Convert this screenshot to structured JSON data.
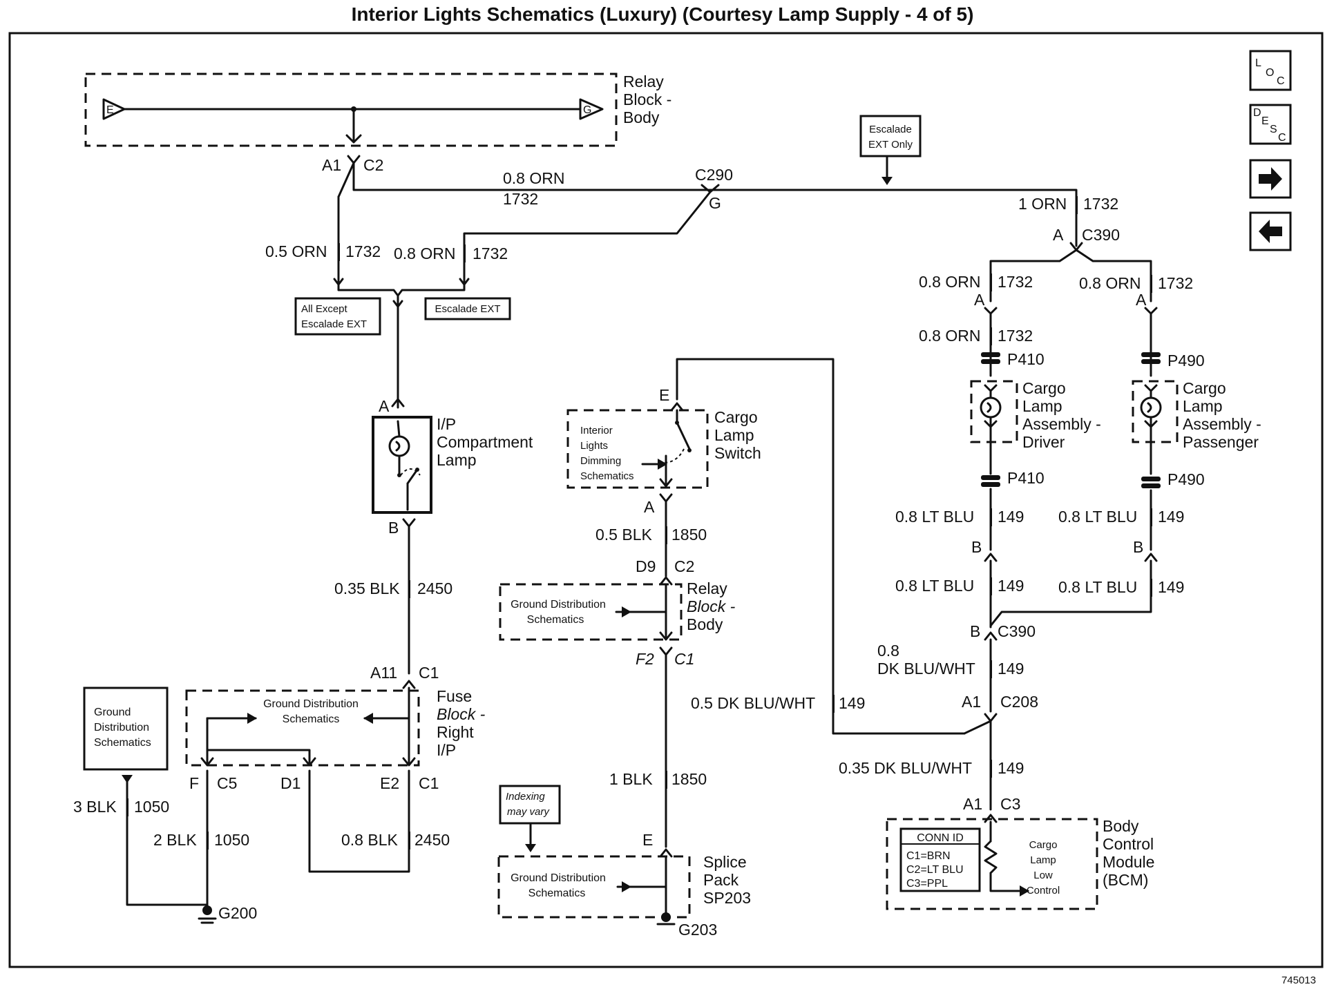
{
  "title": "Interior Lights Schematics (Luxury) (Courtesy Lamp Supply - 4 of 5)",
  "figure_id": "745013",
  "nav": {
    "loc": [
      "L",
      "O",
      "C"
    ],
    "desc": [
      "D",
      "E",
      "S",
      "C"
    ]
  },
  "components": {
    "relay_block_top": [
      "Relay",
      "Block -",
      "Body"
    ],
    "relay_block_mid": [
      "Relay",
      "Block -",
      "Body"
    ],
    "ip_lamp": [
      "I/P",
      "Compartment",
      "Lamp"
    ],
    "cargo_switch": [
      "Cargo",
      "Lamp",
      "Switch"
    ],
    "cargo_driver": [
      "Cargo",
      "Lamp",
      "Assembly -",
      "Driver"
    ],
    "cargo_passenger": [
      "Cargo",
      "Lamp",
      "Assembly -",
      "Passenger"
    ],
    "fuse_block": [
      "Fuse",
      "Block -",
      "Right",
      "I/P"
    ],
    "splice_pack": [
      "Splice",
      "Pack",
      "SP203"
    ],
    "bcm": [
      "Body",
      "Control",
      "Module",
      "(BCM)"
    ],
    "ground_dist_box": [
      "Ground",
      "Distribution",
      "Schematics"
    ],
    "ground_dist_inline": [
      "Ground Distribution",
      "Schematics"
    ],
    "dimming": [
      "Interior",
      "Lights",
      "Dimming",
      "Schematics"
    ],
    "conn_id": [
      "CONN ID",
      "C1=BRN",
      "C2=LT BLU",
      "C3=PPL"
    ],
    "bcm_internal": [
      "Cargo",
      "Lamp",
      "Low",
      "Control"
    ]
  },
  "notes": {
    "escalade_ext_only": [
      "Escalade",
      "EXT Only"
    ],
    "all_except": [
      "All Except",
      "Escalade EXT"
    ],
    "escalade_ext": "Escalade EXT",
    "indexing": [
      "Indexing",
      "may vary"
    ]
  },
  "pins": {
    "E": "E",
    "G": "G",
    "A1": "A1",
    "C2": "C2",
    "C290": "C290",
    "A": "A",
    "C390": "C390",
    "P410": "P410",
    "P490": "P490",
    "B": "B",
    "D9": "D9",
    "F2": "F2",
    "C1": "C1",
    "A11": "A11",
    "F": "F",
    "C5": "C5",
    "D1": "D1",
    "E2": "E2",
    "C208": "C208",
    "C3": "C3",
    "G200": "G200",
    "G203": "G203"
  },
  "wires": {
    "orn_08": "0.8 ORN",
    "orn_05": "0.5 ORN",
    "orn_1": "1 ORN",
    "c1732": "1732",
    "blk_05": "0.5 BLK",
    "c1850": "1850",
    "blk_035": "0.35 BLK",
    "c2450": "2450",
    "blk_1": "1 BLK",
    "blk_3": "3 BLK",
    "c1050": "1050",
    "blk_2": "2 BLK",
    "blk_08": "0.8 BLK",
    "ltblu_08": "0.8 LT BLU",
    "c149": "149",
    "dkblu_08a": "0.8",
    "dkblu_08b": "DK BLU/WHT",
    "dkblu_05": "0.5 DK BLU/WHT",
    "dkblu_035": "0.35 DK BLU/WHT"
  }
}
